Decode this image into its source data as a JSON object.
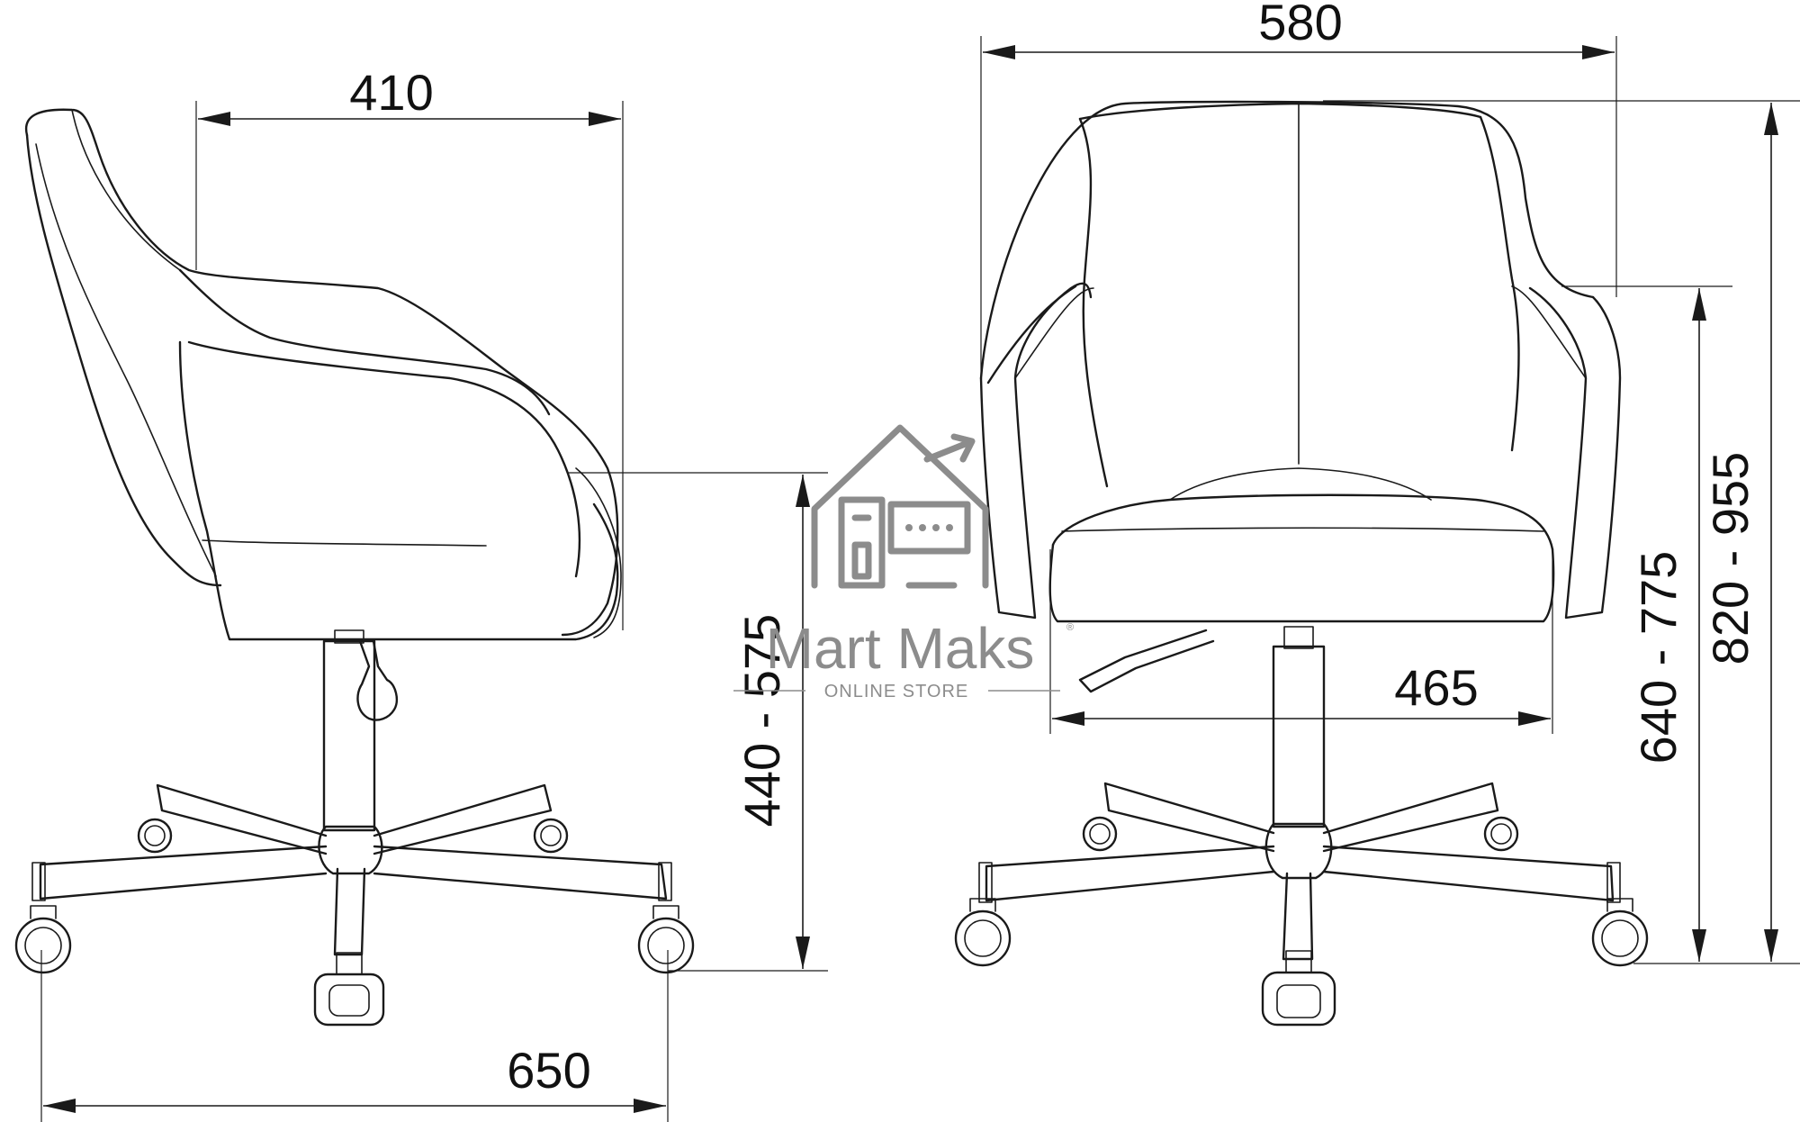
{
  "diagram": {
    "type": "dimension drawing",
    "views": [
      "side",
      "front"
    ],
    "dimensions": {
      "side_depth": "410",
      "base_width": "650",
      "seat_height": "440 - 575",
      "overall_width": "580",
      "seat_width": "465",
      "armrest_height": "640 - 775",
      "overall_height": "820 - 955"
    }
  },
  "watermark": {
    "brand": "Mart Maks",
    "tagline": "ONLINE STORE",
    "registered": "®",
    "icon": "house-with-device-icon"
  },
  "colors": {
    "line": "#1a1a1a",
    "watermark": "#8c8c8c",
    "background": "#ffffff"
  }
}
